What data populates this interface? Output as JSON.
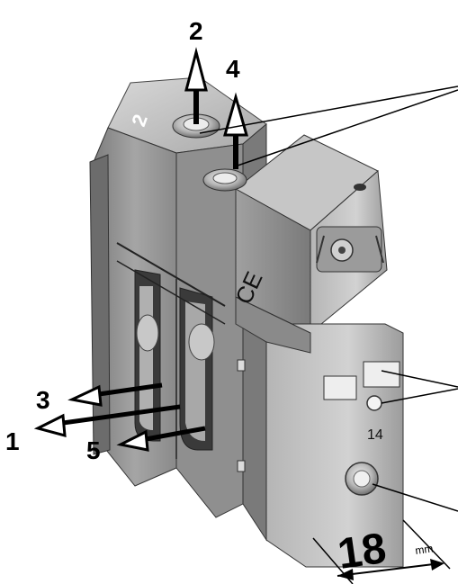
{
  "ports": {
    "p2": "2",
    "p4": "4",
    "p3": "3",
    "p1": "1",
    "p5": "5"
  },
  "body_markings": {
    "port_mark": "2",
    "ce_mark": "CE",
    "actuator_number": "14"
  },
  "dimension": {
    "value": "18",
    "unit": "mm"
  },
  "colors": {
    "background": "#ffffff",
    "ink": "#000000",
    "body_light": "#c9c9c9",
    "body_mid": "#9a9a9a",
    "body_dark": "#5e5e5e"
  }
}
